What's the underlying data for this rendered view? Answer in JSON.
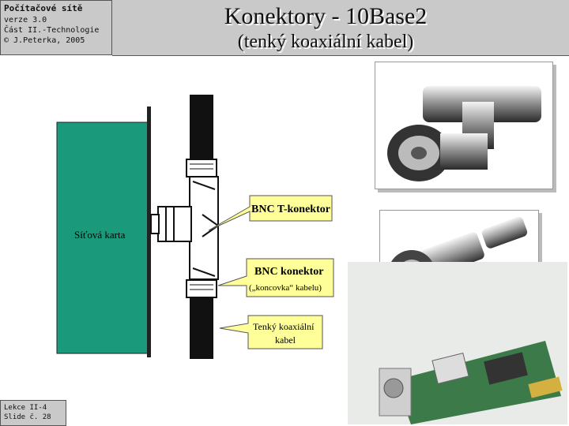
{
  "header": {
    "course_title": "Počítačové sítě",
    "version": "verze 3.0",
    "part": "Část II.-Technologie",
    "author": "© J.Peterka, 2005"
  },
  "slide": {
    "title": "Konektory - 10Base2",
    "subtitle": "(tenký koaxiální kabel)"
  },
  "footer": {
    "lesson": "Lekce II-4",
    "slide_no": "Slide č. 28"
  },
  "diagram": {
    "card_label": "Síťová karta",
    "callout_t": "BNC T-konektor",
    "callout_bnc_1": "BNC konektor",
    "callout_bnc_2": "(„koncovka“ kabelu)",
    "callout_cable_1": "Tenký koaxiální",
    "callout_cable_2": "kabel"
  },
  "colors": {
    "header_bg": "#c9c9c9",
    "card_green": "#1a9a7a",
    "callout_yellow": "#ffff99",
    "cable_black": "#111111"
  }
}
